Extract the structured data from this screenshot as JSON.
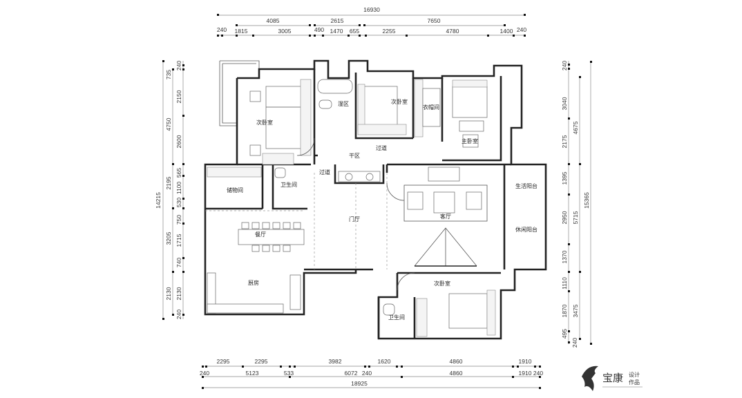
{
  "dimensions": {
    "top": {
      "total": "16930",
      "row2": [
        "4085",
        "2615",
        "7650"
      ],
      "row3": [
        "240",
        "1815",
        "3005",
        "490",
        "1470",
        "655",
        "2255",
        "4780",
        "1400",
        "240"
      ]
    },
    "left": {
      "total": "14215",
      "outer": [
        "735",
        "4750",
        "2195",
        "3205",
        "2130"
      ],
      "inner": [
        "240",
        "2150",
        "2600",
        "565",
        "1100",
        "530",
        "750",
        "1715",
        "740",
        "2130",
        "240"
      ]
    },
    "right": {
      "total": "15365",
      "middle": [
        "4675",
        "5715",
        "3475"
      ],
      "inner": [
        "240",
        "3040",
        "2175",
        "1395",
        "2950",
        "1370",
        "1110",
        "1870",
        "495",
        "240"
      ]
    },
    "bottom": {
      "row1": [
        "2295",
        "2295",
        "3982",
        "1620",
        "4860",
        "1910"
      ],
      "row2": [
        "240",
        "5123",
        "533",
        "6072",
        "240",
        "4860",
        "1910",
        "240"
      ],
      "total": "18925"
    }
  },
  "rooms": {
    "secondary_bedroom_nw": "次卧室",
    "wet_area": "湿区",
    "secondary_bedroom_n": "次卧室",
    "walk_in_closet": "衣帽间",
    "master_bedroom": "主卧室",
    "dry_area": "干区",
    "corridor_n": "过道",
    "corridor_w": "过道",
    "storage": "储物间",
    "bathroom_w": "卫生间",
    "foyer": "门厅",
    "living_room": "客厅",
    "utility_balcony": "生活阳台",
    "leisure_balcony": "休闲阳台",
    "dining_room": "餐厅",
    "kitchen": "厨房",
    "secondary_bedroom_s": "次卧室",
    "bathroom_s": "卫生间"
  },
  "logo": {
    "name": "宝康",
    "sub1": "设计",
    "sub2": "作品"
  }
}
